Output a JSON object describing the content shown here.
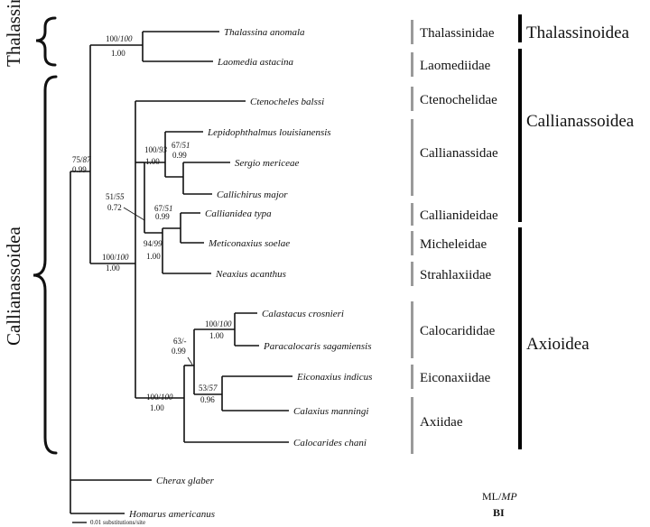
{
  "taxa": {
    "thalassina": "Thalassina anomala",
    "laomedia": "Laomedia astacina",
    "ctenocheles": "Ctenocheles balssi",
    "lepidophthalmus": "Lepidophthalmus louisianensis",
    "sergio": "Sergio mericeae",
    "callichirus": "Callichirus major",
    "callianidea": "Callianidea typa",
    "meticonaxius": "Meticonaxius soelae",
    "neaxius": "Neaxius acanthus",
    "calastacus": "Calastacus crosnieri",
    "paracalocaris": "Paracalocaris sagamiensis",
    "eiconaxius": "Eiconaxius indicus",
    "calaxius": "Calaxius manningi",
    "calocarides": "Calocarides chani",
    "cherax": "Cherax glaber",
    "homarus": "Homarus americanus"
  },
  "support": {
    "n_thal_lao": {
      "ml": "100",
      "mp": "100",
      "bi": "1.00"
    },
    "n_root": {
      "ml": "75",
      "mp": "87",
      "bi": "0.99"
    },
    "n_callianassoidea": {
      "ml": "51",
      "mp": "55",
      "bi": "0.72"
    },
    "n_callianassidae": {
      "ml": "100",
      "mp": "93",
      "bi": "1.00"
    },
    "n_sergio_callichirus": {
      "ml": "67",
      "mp": "51",
      "bi": "0.99"
    },
    "n_callianidea_meticonaxius": {
      "ml": "67",
      "mp": "51",
      "bi": "0.99"
    },
    "n_neaxius": {
      "ml": "94",
      "mp": "99",
      "bi": "1.00"
    },
    "n_ingroup": {
      "ml": "100",
      "mp": "100",
      "bi": "1.00"
    },
    "n_calocarid": {
      "ml": "100",
      "mp": "100",
      "bi": "1.00"
    },
    "n_axioidea_inner": {
      "ml": "63",
      "mp": "-",
      "bi": "0.99"
    },
    "n_eicon_calax": {
      "ml": "53",
      "mp": "57",
      "bi": "0.96"
    },
    "n_axioidea": {
      "ml": "100",
      "mp": "100",
      "bi": "1.00"
    }
  },
  "families": [
    "Thalassinidae",
    "Laomediidae",
    "Ctenochelidae",
    "Callianassidae",
    "Callianideidae",
    "Micheleidae",
    "Strahlaxiidae",
    "Calocarididae",
    "Eiconaxiidae",
    "Axiidae"
  ],
  "superfamilies": [
    "Thalassinoidea",
    "Callianassoidea",
    "Axioidea"
  ],
  "side_labels": [
    "Thalassinoidea",
    "Callianassoidea"
  ],
  "legend": {
    "ml_mp": "ML/",
    "mp": "MP",
    "bi": "BI"
  },
  "scale_label": "0.01 substitutions/site",
  "colors": {
    "line": "#111111",
    "family_bar": "#9a9a9a",
    "superfamily_bar": "#000000"
  }
}
